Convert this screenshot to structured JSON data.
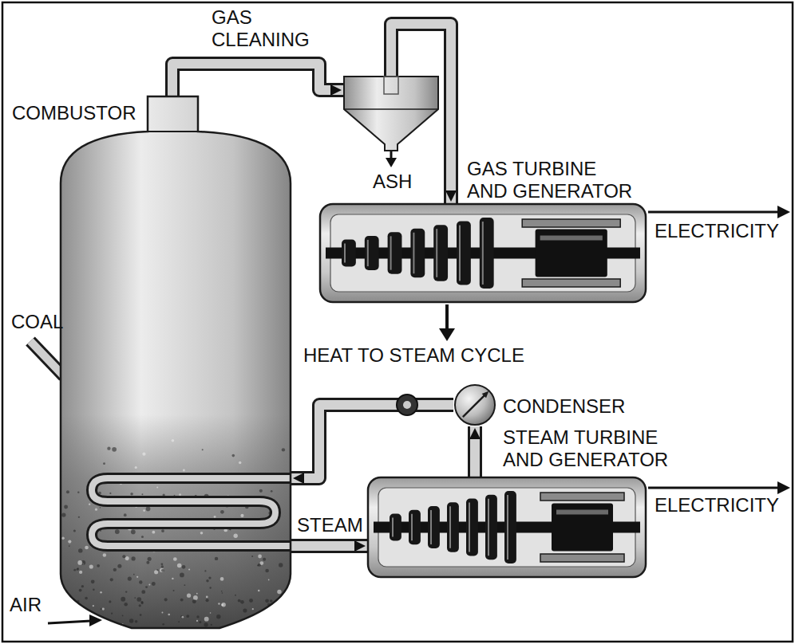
{
  "diagram": {
    "nodes": [
      {
        "text": [
          "COMBUSTOR"
        ]
      },
      {
        "text": [
          "GAS CLEANING"
        ]
      },
      {
        "text": [
          "GAS TURBINE AND GENERATOR"
        ]
      },
      {
        "text": [
          "CONDENSER"
        ]
      },
      {
        "text": [
          "STEAM TURBINE AND GENERATOR"
        ]
      }
    ],
    "edges": [
      {
        "from": 0,
        "to": 1,
        "arrow": "to"
      },
      {
        "from": 1,
        "to": 2,
        "arrow": "to"
      },
      {
        "from": 0,
        "to": 4,
        "label": "STEAM",
        "arrow": "to"
      },
      {
        "from": 4,
        "to": 3,
        "arrow": "to"
      },
      {
        "from": 3,
        "to": 0,
        "arrow": "to"
      }
    ],
    "labels": [
      "ASH",
      "ELECTRICITY",
      "COAL",
      "HEAT TO STEAM CYCLE",
      "ELECTRICITY",
      "AIR"
    ]
  }
}
